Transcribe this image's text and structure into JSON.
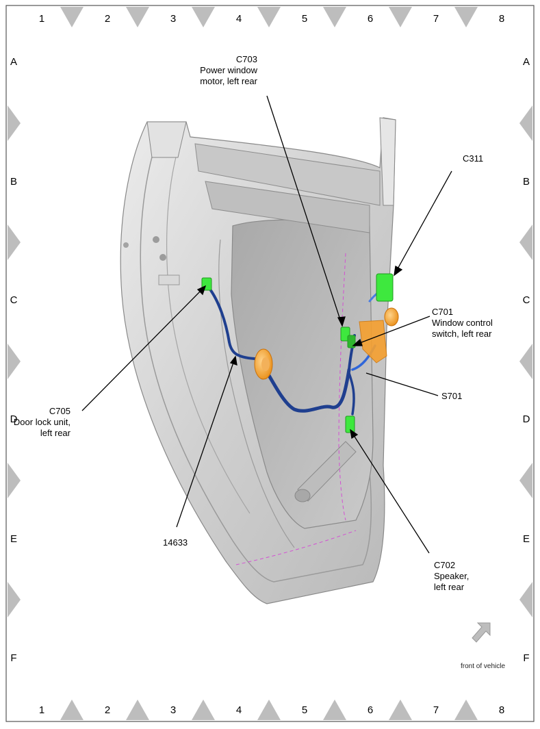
{
  "grid": {
    "columns": [
      "1",
      "2",
      "3",
      "4",
      "5",
      "6",
      "7",
      "8"
    ],
    "rows": [
      "A",
      "B",
      "C",
      "D",
      "E",
      "F"
    ]
  },
  "callouts": {
    "c703": {
      "code": "C703",
      "line1": "Power window",
      "line2": "motor, left rear"
    },
    "c311": {
      "code": "C311"
    },
    "c701": {
      "code": "C701",
      "line1": "Window control",
      "line2": "switch, left rear"
    },
    "s701": {
      "code": "S701"
    },
    "c705": {
      "code": "C705",
      "line1": "Door lock unit,",
      "line2": "left rear"
    },
    "p14633": {
      "code": "14633"
    },
    "c702": {
      "code": "C702",
      "line1": "Speaker,",
      "line2": "left rear"
    }
  },
  "orientation": {
    "label": "front of vehicle"
  },
  "colors": {
    "connector": "#3ee83e",
    "grommet": "#f59a1a",
    "harness": "#1f3f8f",
    "panel": "#d6d6d6"
  }
}
